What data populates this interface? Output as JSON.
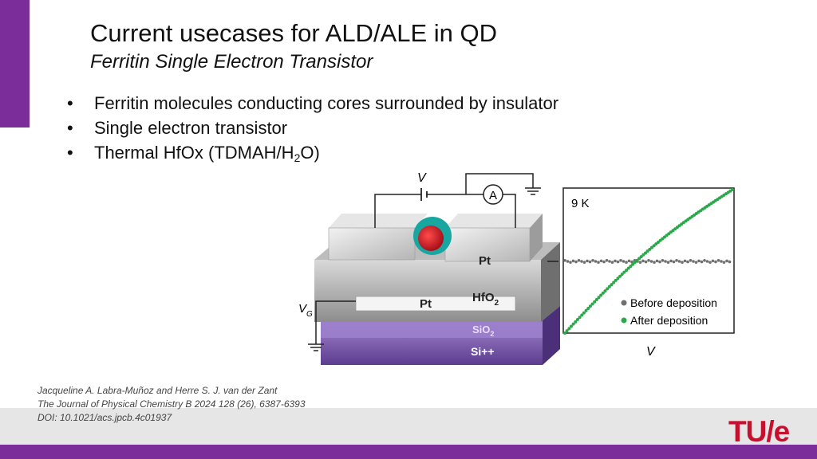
{
  "title": "Current usecases for ALD/ALE in QD",
  "subtitle": "Ferritin Single Electron Transistor",
  "bullets": [
    "Ferritin molecules conducting cores surrounded by insulator",
    "Single electron transistor",
    {
      "prefix": "Thermal HfOx (TDMAH/H",
      "sub": "2",
      "suffix": "O)"
    }
  ],
  "citation": [
    "Jacqueline A. Labra-Muñoz and Herre S. J. van der Zant",
    "The Journal of Physical Chemistry B 2024 128 (26), 6387-6393",
    "DOI: 10.1021/acs.jpcb.4c01937"
  ],
  "logo": "TU/e",
  "figure": {
    "labels": {
      "v_top": "V",
      "ammeter": "A",
      "pt_top": "Pt",
      "hfo2": "HfO",
      "hfo2_sub": "2",
      "pt_gate": "Pt",
      "vg": "V",
      "vg_sub": "G",
      "sio2": "SiO",
      "sio2_sub": "2",
      "si": "Si++"
    },
    "plot": {
      "temperature": "9 K",
      "legend_before": "Before deposition",
      "legend_after": "After deposition",
      "xlabel": "V"
    },
    "colors": {
      "before": "#6f6f6f",
      "after": "#2aa84a",
      "core": "#d4202a",
      "shell": "#17a7a0",
      "purple": "#8a64b8"
    }
  }
}
